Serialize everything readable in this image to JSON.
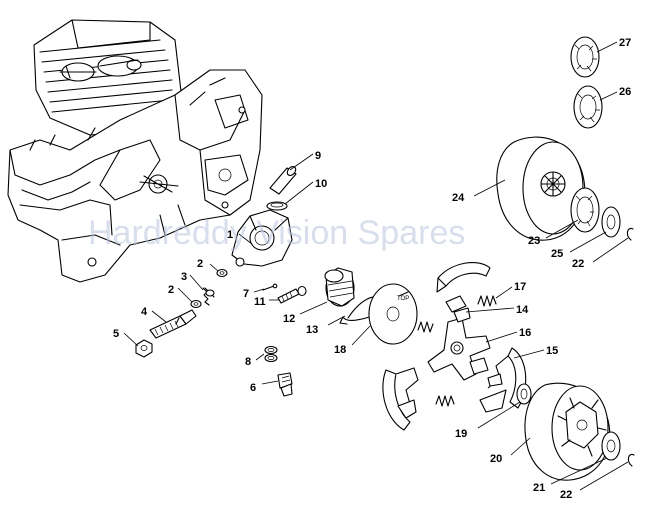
{
  "watermark": "Hardreddy Vision Spares",
  "labels": {
    "p1": "1",
    "p2a": "2",
    "p2b": "2",
    "p3": "3",
    "p4": "4",
    "p5": "5",
    "p6": "6",
    "p7": "7",
    "p8": "8",
    "p9": "9",
    "p10": "10",
    "p11": "11",
    "p12": "12",
    "p13": "13",
    "p14": "14",
    "p15": "15",
    "p16": "16",
    "p17": "17",
    "p18": "18",
    "p19": "19",
    "p20": "20",
    "p21": "21",
    "p22a": "22",
    "p22b": "22",
    "p23": "23",
    "p24": "24",
    "p25": "25",
    "p26": "26",
    "p27": "27"
  },
  "tag_text": "TOP"
}
